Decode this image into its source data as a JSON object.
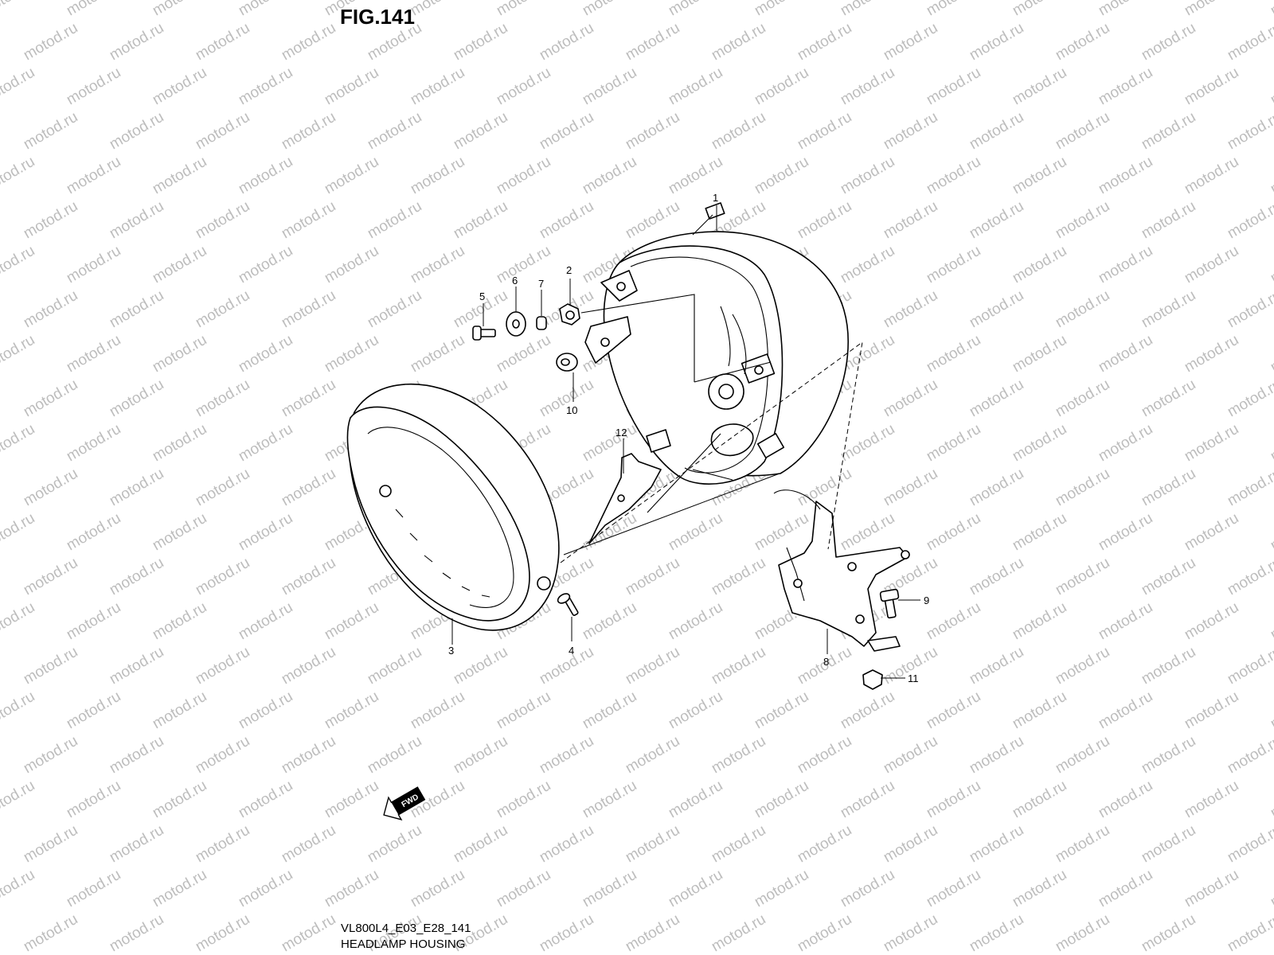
{
  "figure": {
    "title": "FIG.141",
    "code": "VL800L4_E03_E28_141",
    "name": "HEADLAMP HOUSING"
  },
  "watermark": "motod.ru",
  "fwd_label": "FWD",
  "callouts": [
    "1",
    "2",
    "3",
    "4",
    "5",
    "6",
    "7",
    "8",
    "9",
    "10",
    "11",
    "12"
  ]
}
